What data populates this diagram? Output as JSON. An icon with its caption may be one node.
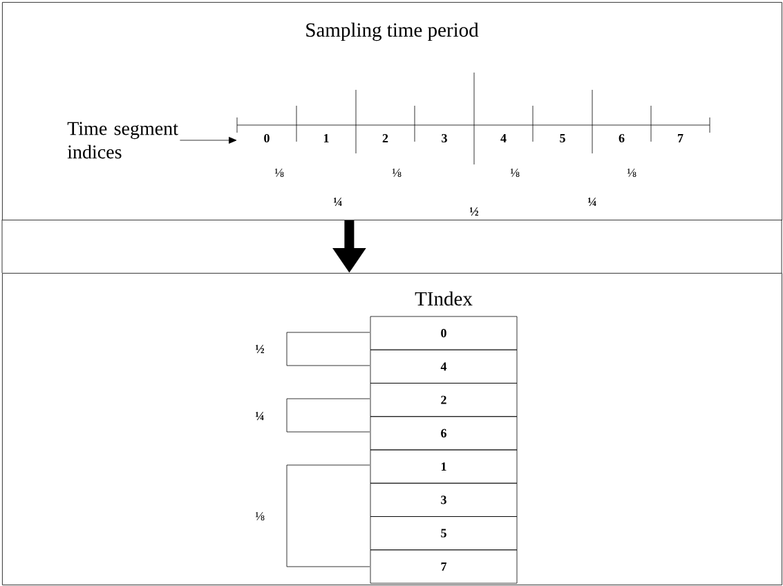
{
  "diagram": {
    "nodes": [
      {
        "text": [
          "Sampling time period"
        ]
      },
      {
        "text": [
          "TIndex"
        ]
      },
      {
        "text": [
          "Time segment indices"
        ],
        "in": 0
      },
      {
        "text": [
          "0"
        ],
        "in": 1
      },
      {
        "text": [
          "4"
        ],
        "in": 1
      },
      {
        "text": [
          "2"
        ],
        "in": 1
      },
      {
        "text": [
          "6"
        ],
        "in": 1
      },
      {
        "text": [
          "1"
        ],
        "in": 1
      },
      {
        "text": [
          "3"
        ],
        "in": 1
      },
      {
        "text": [
          "5"
        ],
        "in": 1
      },
      {
        "text": [
          "7"
        ],
        "in": 1
      }
    ],
    "edges": [
      {
        "from": 0,
        "to": 1,
        "arrow": "to",
        "style": "thick"
      },
      {
        "from": 2,
        "to": null,
        "arrow": "to"
      }
    ],
    "labels": [
      "0",
      "1",
      "2",
      "3",
      "4",
      "5",
      "6",
      "7",
      "⅛",
      "⅛",
      "⅛",
      "⅛",
      "¼",
      "½",
      "¼",
      "½",
      "¼",
      "⅛"
    ]
  }
}
